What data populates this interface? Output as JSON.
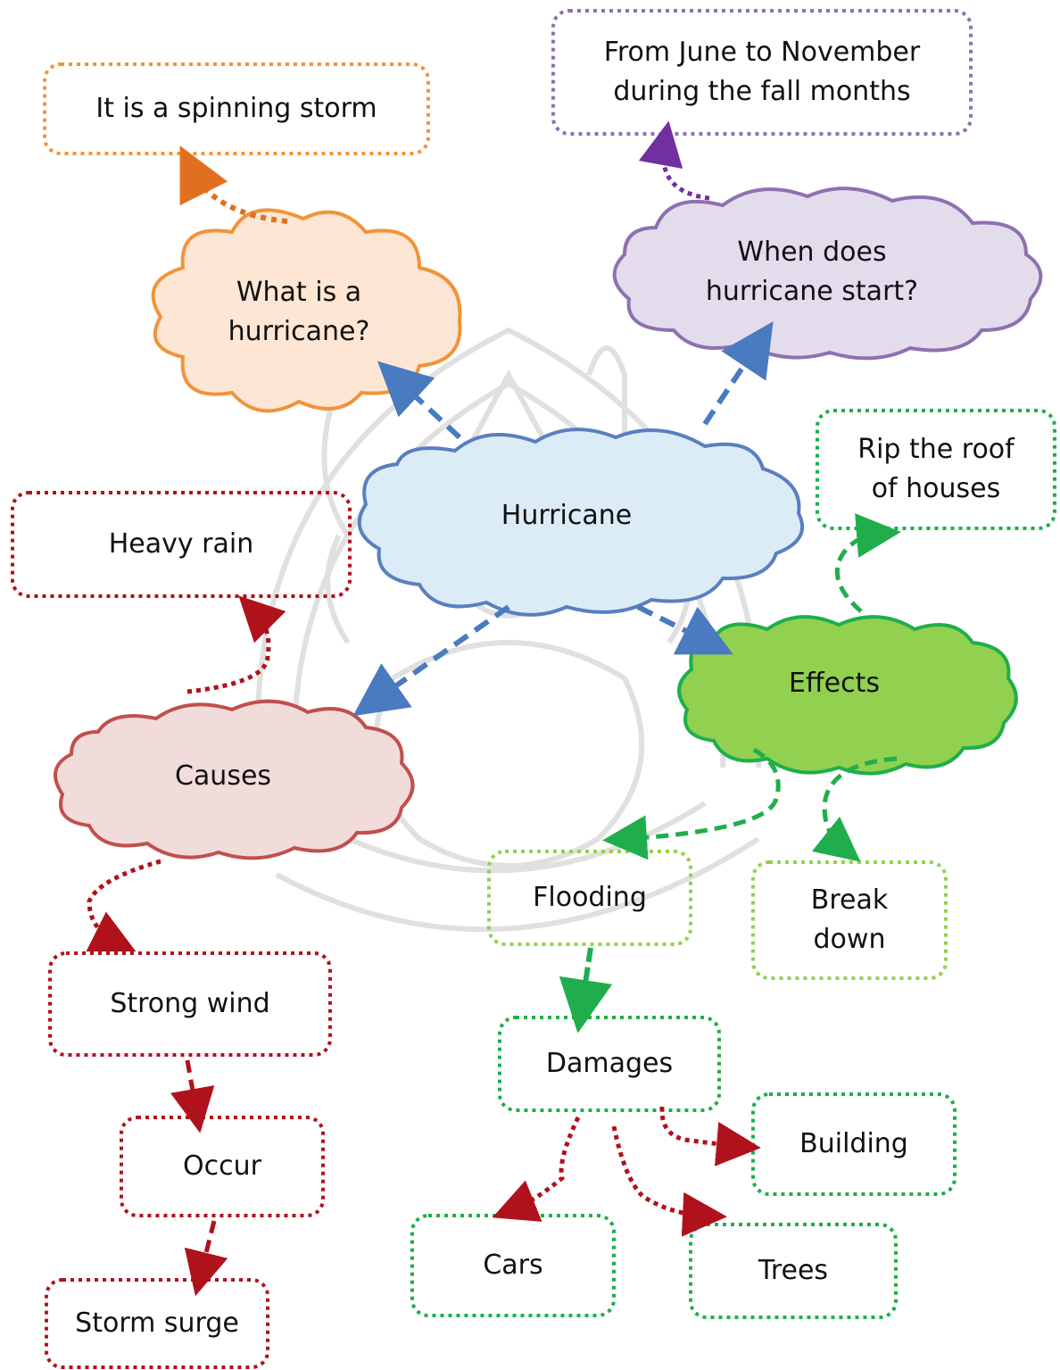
{
  "colors": {
    "orange": "#f0943a",
    "orange_fill": "#fde6d3",
    "orange_arrow": "#e07020",
    "purple": "#8f70b0",
    "purple_fill": "#e3dced",
    "purple_arrow": "#7030a0",
    "blue": "#5a7fbf",
    "blue_fill": "#dcecf6",
    "blue_arrow": "#4a7abf",
    "red": "#c0504d",
    "red_fill": "#f2dcdb",
    "dark_red": "#b0121c",
    "green": "#1fae4b",
    "green_fill": "#92d050",
    "light_green": "#92d050"
  },
  "nodes": {
    "hurricane": "Hurricane",
    "what_is": "What is a\nhurricane?",
    "when_start": "When does\nhurricane start?",
    "causes": "Causes",
    "effects": "Effects",
    "spinning_storm": "It is a spinning storm",
    "june_november": "From June to November\nduring the fall months",
    "heavy_rain": "Heavy rain",
    "strong_wind": "Strong wind",
    "occur": "Occur",
    "storm_surge": "Storm surge",
    "rip_roof": "Rip the roof\nof houses",
    "flooding": "Flooding",
    "break_down": "Break\ndown",
    "damages": "Damages",
    "building": "Building",
    "cars": "Cars",
    "trees": "Trees"
  }
}
